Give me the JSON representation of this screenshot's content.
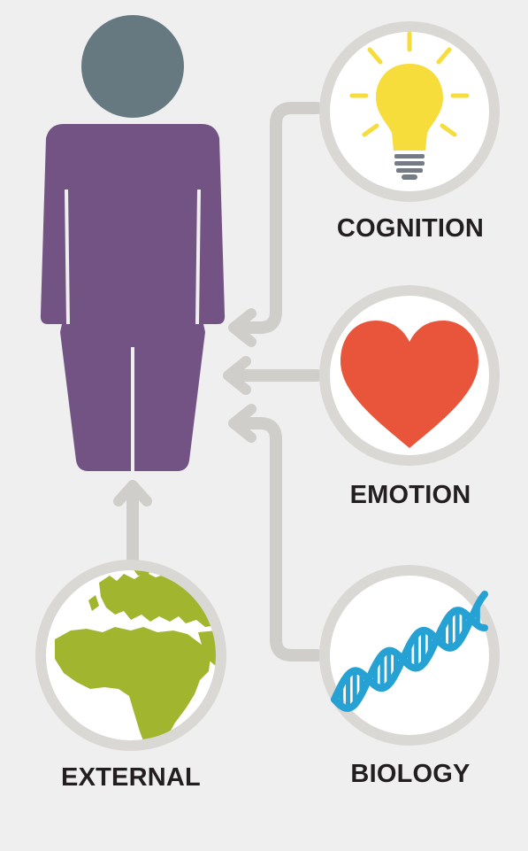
{
  "colors": {
    "background": "#efefef",
    "panel_edge": "#f7f7f7",
    "person_head": "#667981",
    "person_body": "#735383",
    "arrow": "#cfcecb",
    "circle_border": "#d9d8d5",
    "circle_fill": "#ffffff",
    "bulb_yellow": "#f6dd3c",
    "bulb_base": "#767c85",
    "heart_red": "#e8553a",
    "dna_blue": "#26a1d3",
    "globe_green": "#a2b52e",
    "label_text": "#231f20"
  },
  "icons": {
    "person": "person-silhouette-icon",
    "cognition": "lightbulb-icon",
    "emotion": "heart-icon",
    "biology": "dna-helix-icon",
    "external": "globe-icon"
  },
  "labels": {
    "cognition": "COGNITION",
    "emotion": "EMOTION",
    "biology": "BIOLOGY",
    "external": "EXTERNAL"
  }
}
